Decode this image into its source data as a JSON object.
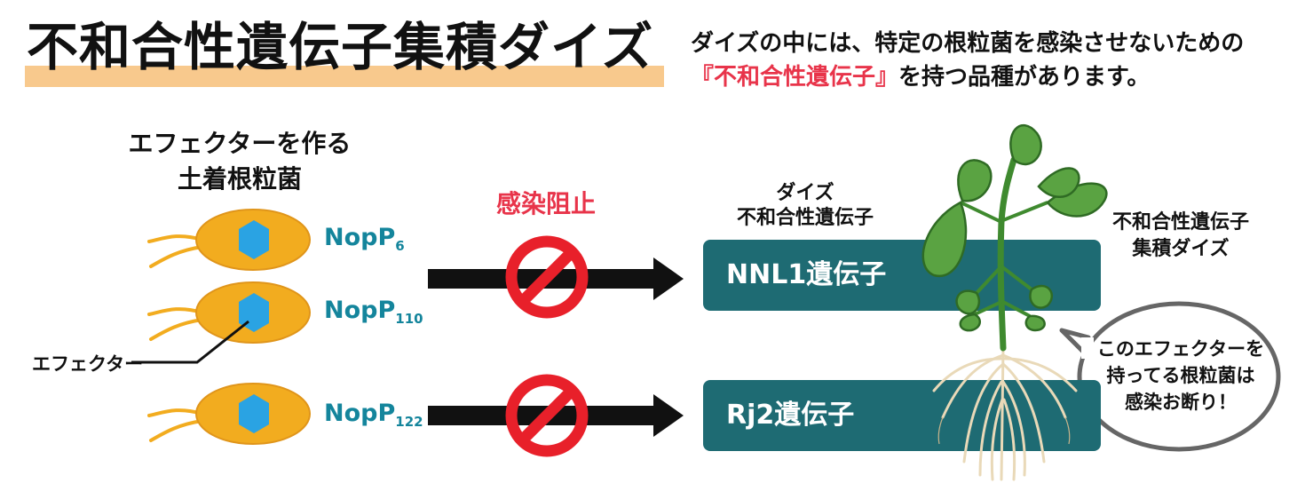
{
  "title": "不和合性遺伝子集積ダイズ",
  "subtitle": {
    "line1": "ダイズの中には、特定の根粒菌を感染させないための",
    "line2_highlight": "『不和合性遺伝子』",
    "line2_rest": "を持つ品種があります。"
  },
  "bacteria_label": {
    "line1": "エフェクターを作る",
    "line2": "土着根粒菌"
  },
  "effectors": [
    {
      "base": "NopP",
      "sub": "6"
    },
    {
      "base": "NopP",
      "sub": "110"
    },
    {
      "base": "NopP",
      "sub": "122"
    }
  ],
  "effector_pointer_label": "エフェクター",
  "block_label": "感染阻止",
  "soybean_label": {
    "line1": "ダイズ",
    "line2": "不和合性遺伝子"
  },
  "genes": [
    "NNL1遺伝子",
    "Rj2遺伝子"
  ],
  "stacked_label": {
    "line1": "不和合性遺伝子",
    "line2": "集積ダイズ"
  },
  "speech": {
    "line1": "このエフェクターを",
    "line2": "持ってる根粒菌は",
    "line3": "感染お断り！"
  },
  "colors": {
    "title_highlight": "#f8c98d",
    "accent_red": "#e8344a",
    "effector_text": "#14859c",
    "gene_box": "#1e6b73",
    "bacteria_body": "#f2ac1f",
    "effector_cube": "#2aa3e3",
    "stop_sign": "#e8202a"
  }
}
